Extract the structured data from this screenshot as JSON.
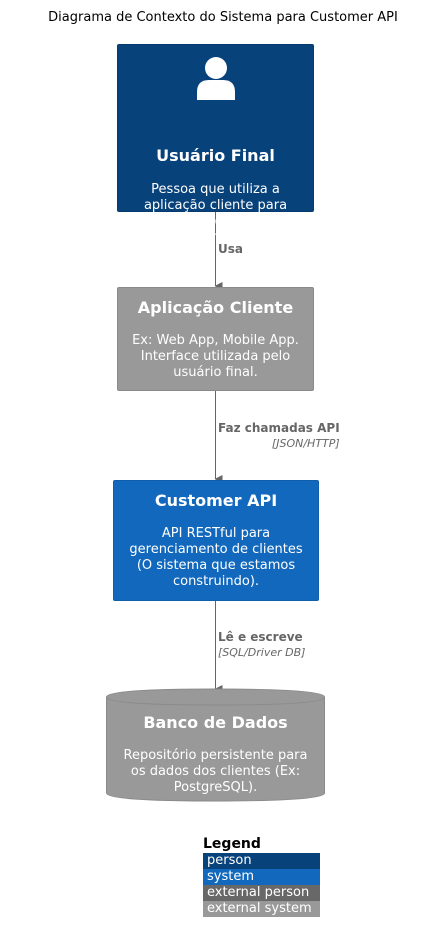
{
  "title": "Diagrama de Contexto do Sistema para Customer API",
  "colors": {
    "person": "#08427b",
    "system": "#1168bd",
    "external_person": "#686868",
    "external_system": "#999999",
    "relationship": "#666666"
  },
  "nodes": {
    "user": {
      "name": "Usuário Final",
      "desc": "Pessoa que utiliza a\naplicação cliente para\ngerenciar informações de\nclientes.",
      "icon": "person-icon"
    },
    "app": {
      "name": "Aplicação Cliente",
      "desc": "Ex: Web App, Mobile App.\nInterface utilizada pelo\nusuário final."
    },
    "api": {
      "name": "Customer API",
      "desc": "API RESTful para\ngerenciamento de clientes\n(O sistema que estamos\nconstruindo)."
    },
    "db": {
      "name": "Banco de Dados",
      "desc": "Repositório persistente para\nos dados dos clientes (Ex:\nPostgreSQL)."
    }
  },
  "relations": {
    "r1": {
      "label": "Usa",
      "tech": ""
    },
    "r2": {
      "label": "Faz chamadas API",
      "tech": "[JSON/HTTP]"
    },
    "r3": {
      "label": "Lê e escreve",
      "tech": "[SQL/Driver DB]"
    }
  },
  "legend": {
    "title": "Legend",
    "items": [
      {
        "label": "person",
        "color": "#08427b"
      },
      {
        "label": "system",
        "color": "#1168bd"
      },
      {
        "label": "external person",
        "color": "#686868"
      },
      {
        "label": "external system",
        "color": "#999999"
      }
    ]
  }
}
